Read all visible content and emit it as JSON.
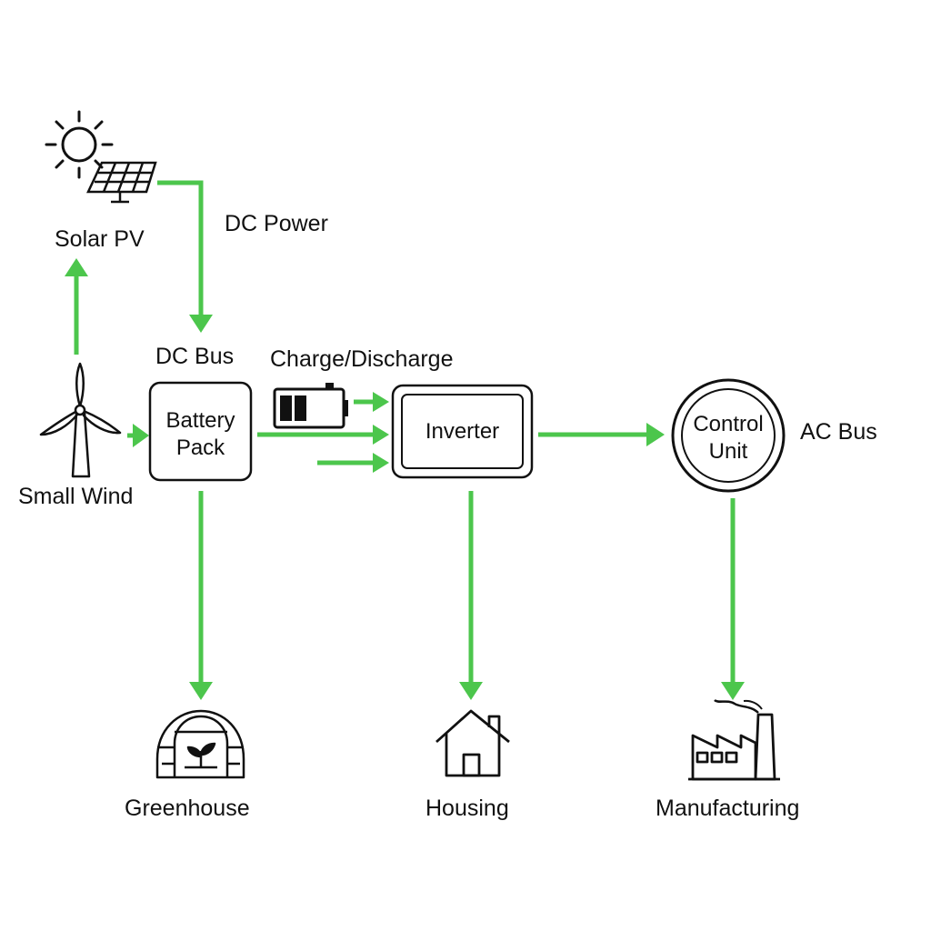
{
  "colors": {
    "arrow": "#4cc64c",
    "stroke": "#111111",
    "background": "#ffffff"
  },
  "labels": {
    "solar_pv": "Solar PV",
    "dc_power": "DC Power",
    "dc_bus": "DC Bus",
    "charge_discharge": "Charge/Discharge",
    "small_wind": "Small Wind",
    "ac_bus": "AC Bus",
    "greenhouse": "Greenhouse",
    "housing": "Housing",
    "manufacturing": "Manufacturing"
  },
  "nodes": {
    "battery_pack": {
      "line1": "Battery",
      "line2": "Pack"
    },
    "inverter": {
      "label": "Inverter"
    },
    "control_unit": {
      "line1": "Control",
      "line2": "Unit"
    }
  },
  "icons": {
    "sun": "sun-icon",
    "solar_panel": "solar-panel-icon",
    "wind_turbine": "wind-turbine-icon",
    "battery": "battery-icon",
    "greenhouse": "greenhouse-icon",
    "house": "house-icon",
    "factory": "factory-icon"
  }
}
